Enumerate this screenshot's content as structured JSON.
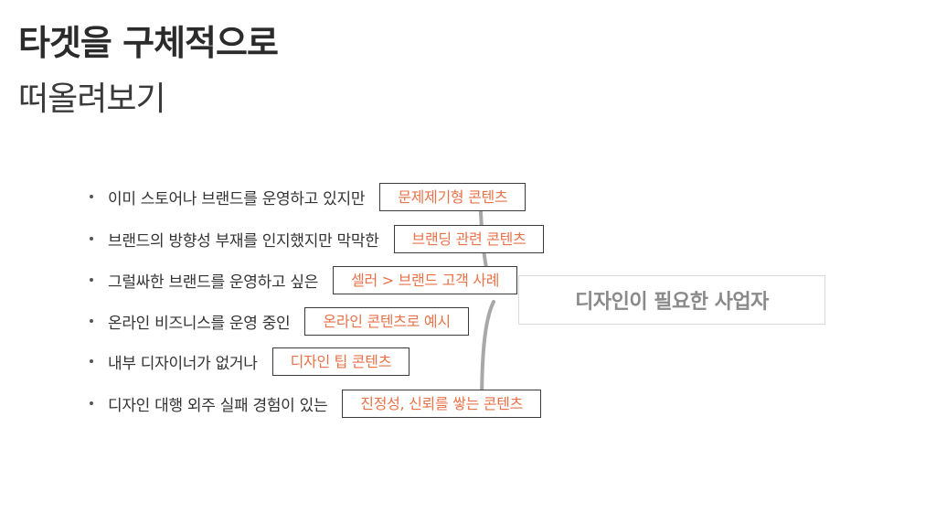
{
  "title": {
    "main": "타겟을 구체적으로",
    "sub": "떠올려보기"
  },
  "target": {
    "label": "디자인이 필요한 사업자"
  },
  "rows": [
    {
      "text": "이미 스토어나 브랜드를 운영하고 있지만",
      "tag": "문제제기형 콘텐츠"
    },
    {
      "text": "브랜드의 방향성 부재를 인지했지만 막막한",
      "tag": "브랜딩 관련 콘텐츠"
    },
    {
      "text": "그럴싸한 브랜드를 운영하고 싶은",
      "tag": "셀러 > 브랜드 고객 사례"
    },
    {
      "text": "온라인 비즈니스를 운영 중인",
      "tag": "온라인 콘텐츠로 예시"
    },
    {
      "text": "내부 디자이너가 없거나",
      "tag": "디자인 팁 콘텐츠"
    },
    {
      "text": "디자인 대행 외주 실패 경험이 있는",
      "tag": "진정성, 신뢰를 쌓는 콘텐츠"
    }
  ],
  "colors": {
    "tag_text": "#e8734a",
    "connector": "#a8a8a8",
    "target_text": "#8a8a8a"
  }
}
